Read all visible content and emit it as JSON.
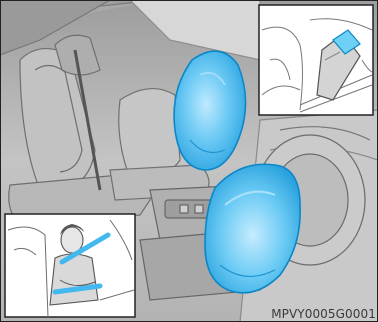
{
  "figure": {
    "code": "MPVY0005G0001"
  },
  "colors": {
    "airbag_fill": "#5fc6f2",
    "airbag_edge": "#0b87c8",
    "interior_gray": "#bdbdbd",
    "inset_border": "#222222"
  },
  "icons": {
    "front_airbag": "inflated-front-airbag",
    "side_airbag": "inflated-seat-airbag",
    "buckle": "seatbelt-buckle",
    "occupant": "seated-occupant"
  }
}
